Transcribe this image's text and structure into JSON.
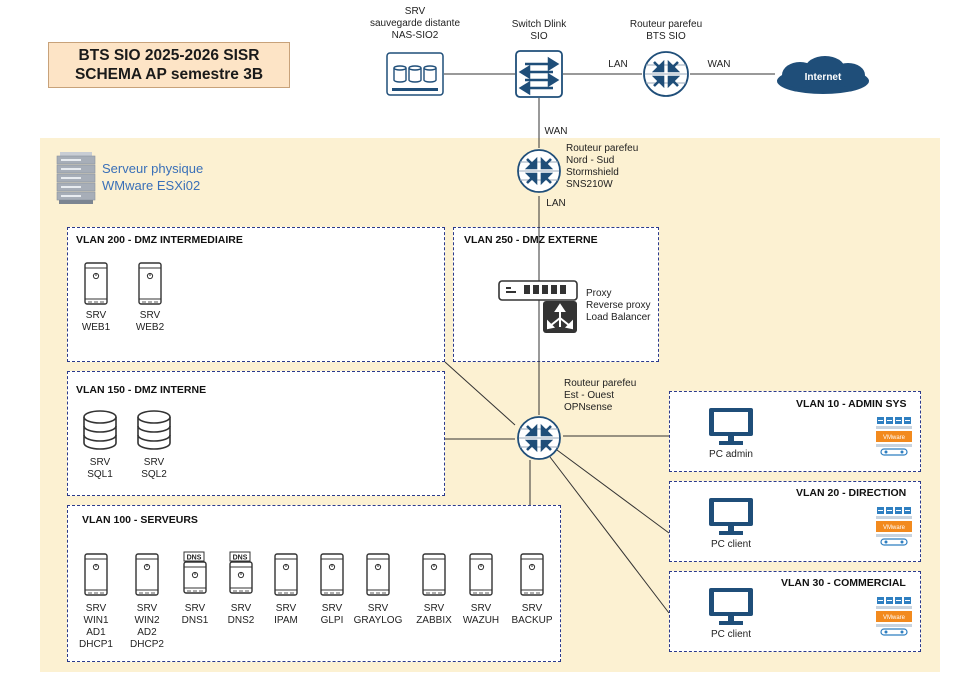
{
  "title": {
    "line1": "BTS SIO 2025-2026 SISR",
    "line2": "SCHEMA AP semestre 3B"
  },
  "top": {
    "nas": {
      "l1": "SRV",
      "l2": "sauvegarde distante",
      "l3": "NAS-SIO2"
    },
    "switch": {
      "l1": "Switch Dlink",
      "l2": "SIO"
    },
    "router_bts": {
      "l1": "Routeur parefeu",
      "l2": "BTS SIO"
    },
    "lan_label": "LAN",
    "wan_label": "WAN",
    "internet": "Internet"
  },
  "esxi": {
    "l1": "Serveur physique",
    "l2": "WMware ESXi02"
  },
  "stormshield": {
    "wan": "WAN",
    "lan": "LAN",
    "l1": "Routeur parefeu",
    "l2": "Nord - Sud",
    "l3": "Stormshield",
    "l4": "SNS210W"
  },
  "opnsense": {
    "l1": "Routeur parefeu",
    "l2": "Est - Ouest",
    "l3": "OPNsense"
  },
  "vlan200": {
    "label": "VLAN 200 - DMZ INTERMEDIAIRE",
    "servers": [
      {
        "l1": "SRV",
        "l2": "WEB1"
      },
      {
        "l1": "SRV",
        "l2": "WEB2"
      }
    ]
  },
  "vlan250": {
    "label": "VLAN 250 - DMZ EXTERNE",
    "l1": "Proxy",
    "l2": "Reverse proxy",
    "l3": "Load Balancer"
  },
  "vlan150": {
    "label": "VLAN 150 - DMZ INTERNE",
    "servers": [
      {
        "l1": "SRV",
        "l2": "SQL1"
      },
      {
        "l1": "SRV",
        "l2": "SQL2"
      }
    ]
  },
  "vlan100": {
    "label": "VLAN 100 - SERVEURS",
    "dns_badge": "DNS",
    "servers": [
      {
        "l1": "SRV",
        "l2": "WIN1",
        "l3": "AD1",
        "l4": "DHCP1"
      },
      {
        "l1": "SRV",
        "l2": "WIN2",
        "l3": "AD2",
        "l4": "DHCP2"
      },
      {
        "l1": "SRV",
        "l2": "DNS1"
      },
      {
        "l1": "SRV",
        "l2": "DNS2"
      },
      {
        "l1": "SRV",
        "l2": "IPAM"
      },
      {
        "l1": "SRV",
        "l2": "GLPI"
      },
      {
        "l1": "SRV",
        "l2": "GRAYLOG"
      },
      {
        "l1": "SRV",
        "l2": "ZABBIX"
      },
      {
        "l1": "SRV",
        "l2": "WAZUH"
      },
      {
        "l1": "SRV",
        "l2": "BACKUP"
      }
    ]
  },
  "vlan10": {
    "label": "VLAN 10 - ADMIN SYS",
    "pc": "PC admin"
  },
  "vlan20": {
    "label": "VLAN 20 - DIRECTION",
    "pc": "PC client"
  },
  "vlan30": {
    "label": "VLAN 30 - COMMERCIAL",
    "pc": "PC client"
  },
  "vm_badge": "VMware",
  "colors": {
    "zone": "#fcf1d2",
    "title_bg": "#fde4c6",
    "device": "#1f4e79",
    "vlan_border": "#2b3a8c",
    "internet": "#1f4e79",
    "esxi_text": "#3a70b8",
    "vm_orange": "#f28a1e"
  }
}
